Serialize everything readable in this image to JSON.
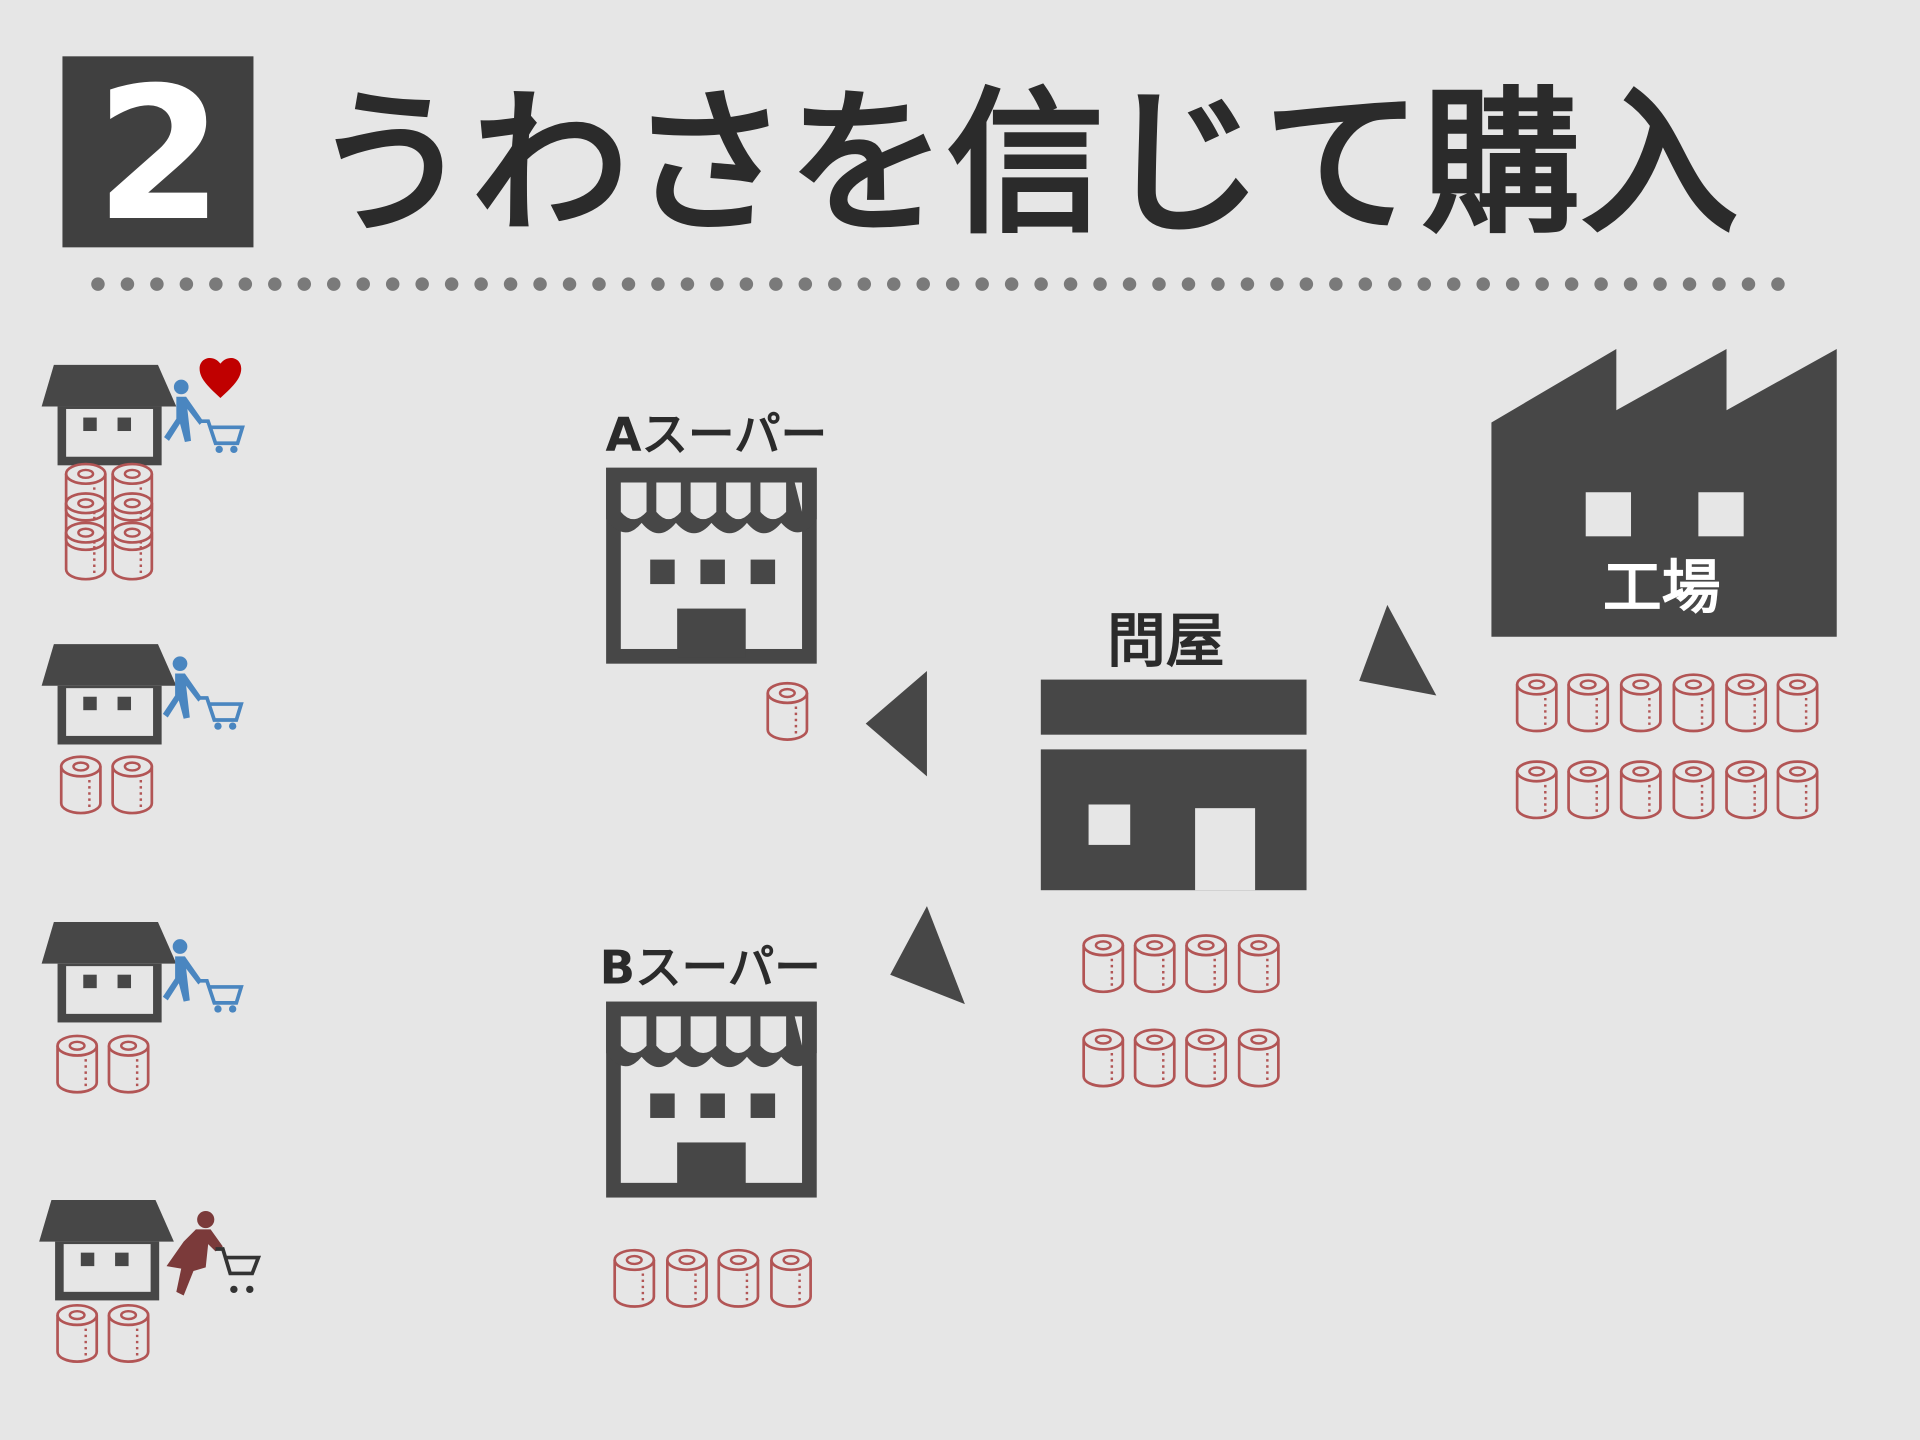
{
  "header": {
    "number": "2",
    "title": "うわさを信じて購入"
  },
  "labels": {
    "store_a": "Aスーパー",
    "store_b": "Bスーパー",
    "wholesaler": "問屋",
    "factory": "工場"
  },
  "colors": {
    "background": "#e6e6e6",
    "dark": "#474747",
    "roll": "#b25555",
    "person": "#4a86c0",
    "woman": "#7b3a3a",
    "heart": "#c00000"
  },
  "roll_counts": {
    "household_1": 6,
    "household_2": 2,
    "household_3": 2,
    "household_4": 2,
    "store_a": 1,
    "store_b": 4,
    "wholesaler": 8,
    "factory": 12
  }
}
